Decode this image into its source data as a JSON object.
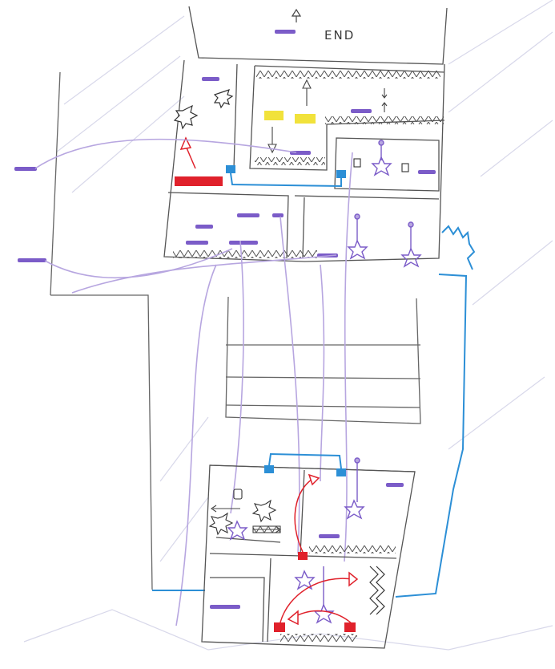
{
  "labels": {
    "end": "END"
  },
  "colors": {
    "paper": "#ffffff",
    "pencil": "#555555",
    "pencil_light": "#9a9a9a",
    "platform": "#7b5cc8",
    "platform_path": "#b7a6e0",
    "hazard": "#e0212b",
    "water": "#2c8fd6",
    "gold": "#f1e23b"
  },
  "legend": [
    {
      "name": "platform",
      "color": "#7b5cc8"
    },
    {
      "name": "hazard-block",
      "color": "#e0212b"
    },
    {
      "name": "switch-line",
      "color": "#2c8fd6"
    },
    {
      "name": "coin-block",
      "color": "#f1e23b"
    }
  ],
  "icons": [
    "arrow-up-icon",
    "spike-icon",
    "star-icon",
    "saw-icon",
    "gate-icon"
  ]
}
